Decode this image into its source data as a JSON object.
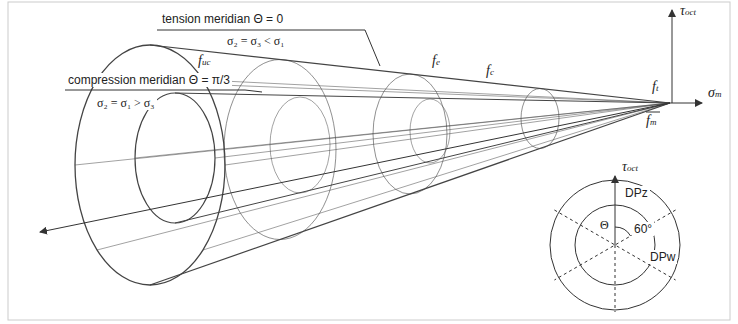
{
  "diagram": {
    "labels": [
      "tension meridian Θ = 0",
      "σ₂ = σ₃ < σ₁",
      "compression meridian Θ = π/3",
      "σ₂ = σ₁ > σ₃",
      "fuc",
      "fe",
      "fc",
      "ft",
      "fm",
      "τoct",
      "σm",
      "τoct",
      "DPz",
      "DPw",
      "Θ",
      "60°"
    ]
  }
}
